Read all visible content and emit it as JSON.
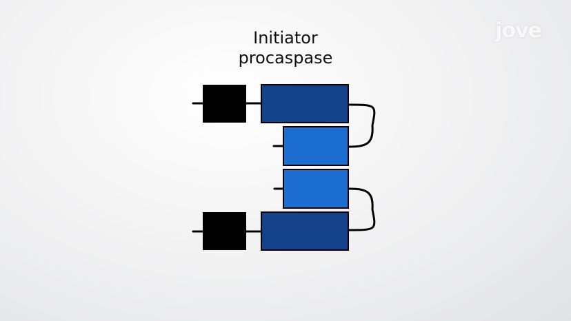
{
  "title": {
    "line1": "Initiator",
    "line2": "procaspase"
  },
  "watermark": "jove",
  "colors": {
    "background": "#ececed",
    "prodomain": "#000000",
    "large_subunit": "#13428a",
    "small_subunit": "#1c6fd1",
    "outline": "#000000"
  }
}
